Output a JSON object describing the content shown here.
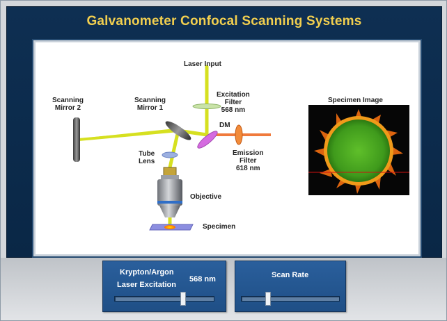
{
  "header": {
    "title": "Galvanometer Confocal Scanning Systems"
  },
  "diagram": {
    "laser_input": "Laser Input",
    "excitation_filter": [
      "Excitation",
      "Filter",
      "568 nm"
    ],
    "scanning_mirror_2": [
      "Scanning",
      "Mirror 2"
    ],
    "scanning_mirror_1": [
      "Scanning",
      "Mirror 1"
    ],
    "dm": "DM",
    "emission_filter": [
      "Emission",
      "Filter",
      "618 nm"
    ],
    "tube_lens": [
      "Tube",
      "Lens"
    ],
    "objective": "Objective",
    "specimen": "Specimen",
    "specimen_image_title": "Specimen Image"
  },
  "colors": {
    "laser_beam": "#d6e020",
    "emission_beam": "#f07a3c",
    "title": "#f2cf4f"
  },
  "controls": {
    "laser": {
      "label_line1": "Krypton/Argon",
      "label_line2": "Laser Excitation",
      "value": "568 nm",
      "position": 0.7
    },
    "scan_rate": {
      "label": "Scan Rate",
      "position": 0.26
    }
  }
}
